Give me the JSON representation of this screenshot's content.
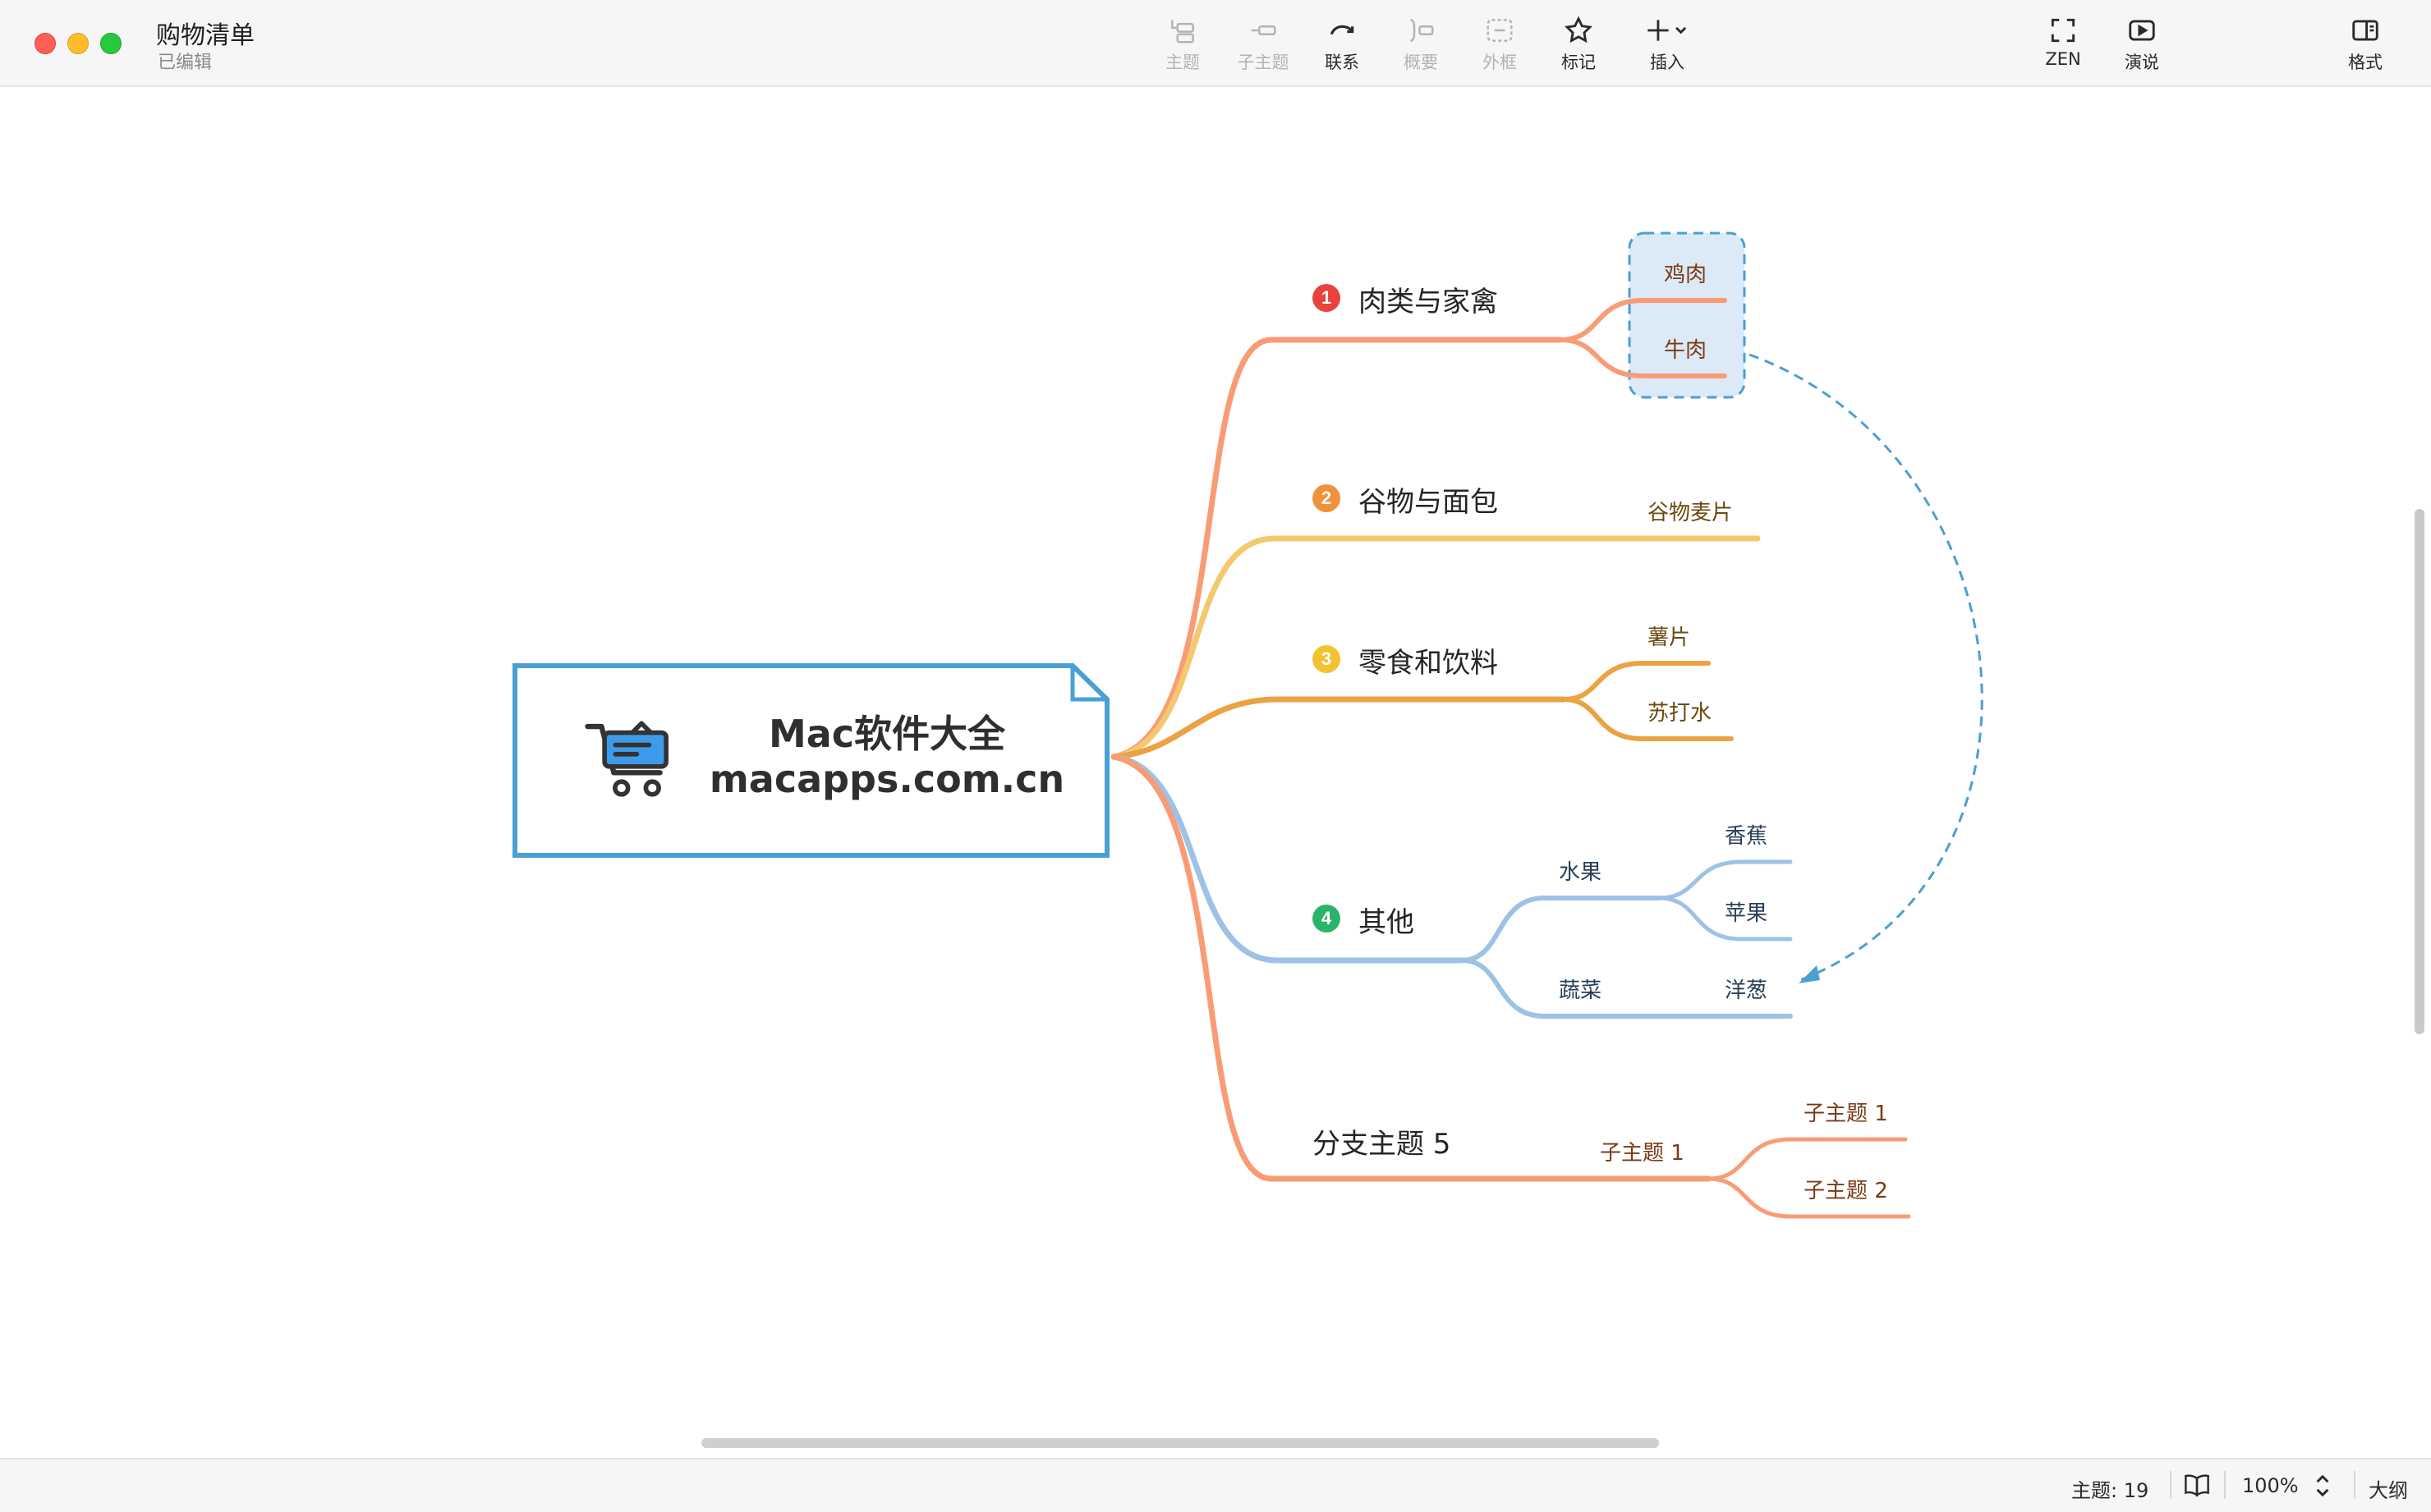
{
  "window": {
    "title": "购物清单",
    "subtitle": "已编辑"
  },
  "toolbar": {
    "topic": "主题",
    "subtopic": "子主题",
    "relationship": "联系",
    "summary": "概要",
    "boundary": "外框",
    "marker": "标记",
    "insert": "插入",
    "zen": "ZEN",
    "pitch": "演说",
    "format": "格式"
  },
  "mindmap": {
    "central": {
      "line1": "Mac软件大全",
      "line2": "macapps.com.cn",
      "icon": "shopping-cart-icon"
    },
    "branches": [
      {
        "label": "肉类与家禽",
        "badge": "1",
        "color": "#f99c76",
        "badge_color": "#e8433e",
        "children": [
          "鸡肉",
          "牛肉"
        ]
      },
      {
        "label": "谷物与面包",
        "badge": "2",
        "color": "#f4c86e",
        "badge_color": "#f0923a",
        "children": [
          "谷物麦片"
        ]
      },
      {
        "label": "零食和饮料",
        "badge": "3",
        "color": "#eba242",
        "badge_color": "#f2c230",
        "children": [
          "薯片",
          "苏打水"
        ]
      },
      {
        "label": "其他",
        "badge": "4",
        "color": "#9ec2e5",
        "badge_color": "#2ab46a",
        "children": [
          {
            "label": "水果",
            "children": [
              "香蕉",
              "苹果"
            ]
          },
          {
            "label": "蔬菜",
            "children": [
              "洋葱"
            ]
          }
        ]
      },
      {
        "label": "分支主题 5",
        "color": "#f99c76",
        "children": [
          {
            "label": "子主题 1",
            "children": [
              "子主题 1",
              "子主题 2"
            ]
          }
        ]
      }
    ],
    "colors": {
      "central_border": "#4a9fd3",
      "boundary": "#4a9fd3",
      "boundary_fill": "#dbeaf6",
      "relationship": "#4a9fd3",
      "text_orange": "#7a3a15",
      "text_gold": "#6b4a10",
      "text_blue": "#2a3e58"
    }
  },
  "status": {
    "topic_count": "主题: 19",
    "zoom": "100%",
    "outline": "大纲"
  }
}
